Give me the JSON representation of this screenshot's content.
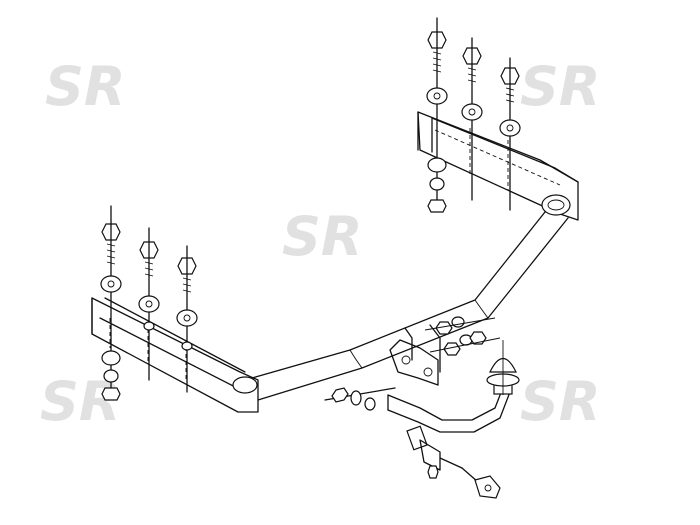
{
  "watermarks": [
    {
      "id": "wm-top-left",
      "text": "SR"
    },
    {
      "id": "wm-top-right",
      "text": "SR"
    },
    {
      "id": "wm-center",
      "text": "SR"
    },
    {
      "id": "wm-bottom-left",
      "text": "SR"
    },
    {
      "id": "wm-bottom-right",
      "text": "SR"
    }
  ],
  "colors": {
    "ink": "#111111",
    "watermark": "#dcdcdc",
    "background": "#ffffff"
  }
}
